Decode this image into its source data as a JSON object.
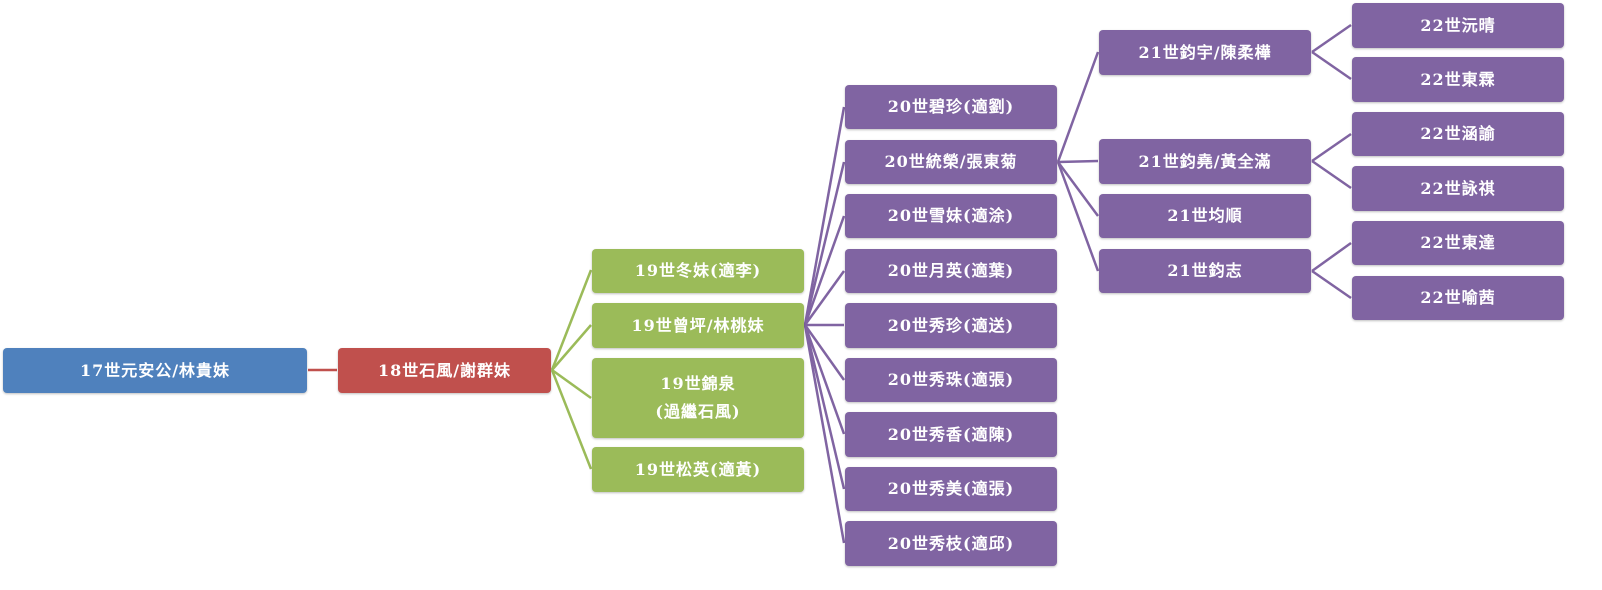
{
  "colors": {
    "gen17": "#4f81bd",
    "gen18": "#c0504d",
    "gen19": "#9bbb59",
    "gen20": "#8064a2",
    "link_red": "#c0504d",
    "link_green": "#9bbb59",
    "link_purple": "#8064a2"
  },
  "tree": {
    "gen17": {
      "label": "17世元安公/林貴妹"
    },
    "gen18": {
      "label": "18世石風/謝群妹"
    },
    "gen19": [
      {
        "label": "19世冬妹(適李)"
      },
      {
        "label": "19世曾坪/林桃妹"
      },
      {
        "label": "19世錦泉\n(過繼石風)"
      },
      {
        "label": "19世松英(適黃)"
      }
    ],
    "gen20": [
      {
        "label": "20世碧珍(適劉)"
      },
      {
        "label": "20世統榮/張東菊"
      },
      {
        "label": "20世雪妹(適涂)"
      },
      {
        "label": "20世月英(適葉)"
      },
      {
        "label": "20世秀珍(適送)"
      },
      {
        "label": "20世秀珠(適張)"
      },
      {
        "label": "20世秀香(適陳)"
      },
      {
        "label": "20世秀美(適張)"
      },
      {
        "label": "20世秀枝(適邱)"
      }
    ],
    "gen21": [
      {
        "label": "21世鈞宇/陳柔樺"
      },
      {
        "label": "21世鈞堯/黃全滿"
      },
      {
        "label": "21世均順"
      },
      {
        "label": "21世鈞志"
      }
    ],
    "gen22": [
      {
        "label": "22世沅晴"
      },
      {
        "label": "22世東霖"
      },
      {
        "label": "22世涵諭"
      },
      {
        "label": "22世詠祺"
      },
      {
        "label": "22世東達"
      },
      {
        "label": "22世喻茜"
      }
    ]
  }
}
